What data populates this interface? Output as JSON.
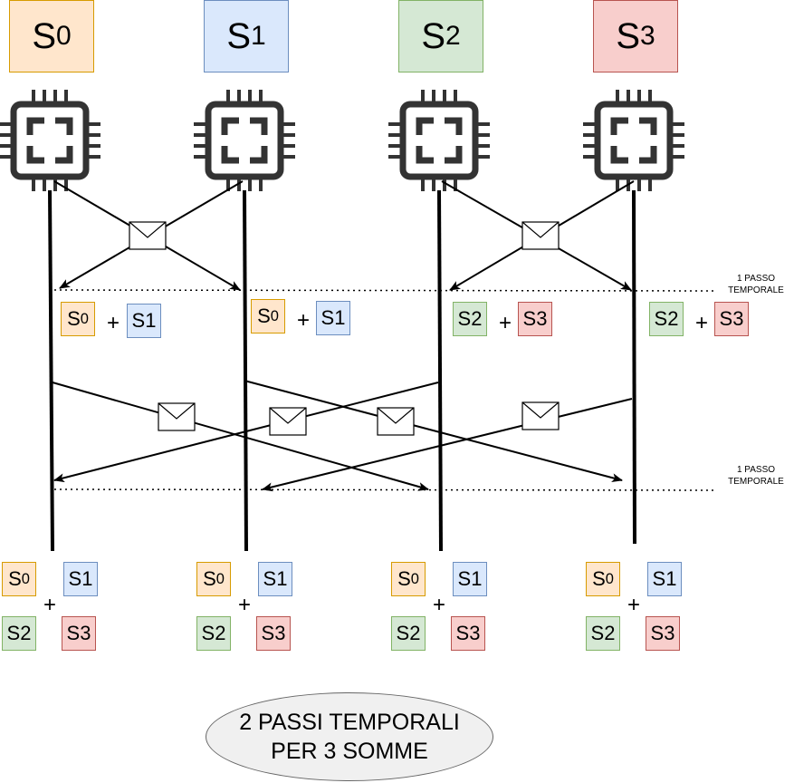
{
  "processes": [
    {
      "id": "p0",
      "base": "S",
      "sub": "0",
      "color": "orange"
    },
    {
      "id": "p1",
      "base": "S",
      "sub": "1",
      "color": "blue"
    },
    {
      "id": "p2",
      "base": "S",
      "sub": "2",
      "color": "green"
    },
    {
      "id": "p3",
      "base": "S",
      "sub": "3",
      "color": "red"
    }
  ],
  "step1": {
    "pairs": [
      {
        "a": {
          "base": "S",
          "sub": "0",
          "color": "orange"
        },
        "b": {
          "base": "S1",
          "sub": "",
          "color": "blue"
        }
      },
      {
        "a": {
          "base": "S",
          "sub": "0",
          "color": "orange"
        },
        "b": {
          "base": "S1",
          "sub": "",
          "color": "blue"
        }
      },
      {
        "a": {
          "base": "S2",
          "sub": "",
          "color": "green"
        },
        "b": {
          "base": "S3",
          "sub": "",
          "color": "red"
        }
      },
      {
        "a": {
          "base": "S2",
          "sub": "",
          "color": "green"
        },
        "b": {
          "base": "S3",
          "sub": "",
          "color": "red"
        }
      }
    ],
    "label": "1 PASSO\nTEMPORALE"
  },
  "step2": {
    "label": "1 PASSO\nTEMPORALE"
  },
  "results": {
    "items": [
      {
        "base": "S",
        "sub": "0",
        "color": "orange"
      },
      {
        "base": "S1",
        "sub": "",
        "color": "blue"
      },
      {
        "base": "S2",
        "sub": "",
        "color": "green"
      },
      {
        "base": "S3",
        "sub": "",
        "color": "red"
      }
    ]
  },
  "plus_sign": "+",
  "summary": "2 PASSI TEMPORALI\nPER 3 SOMME"
}
